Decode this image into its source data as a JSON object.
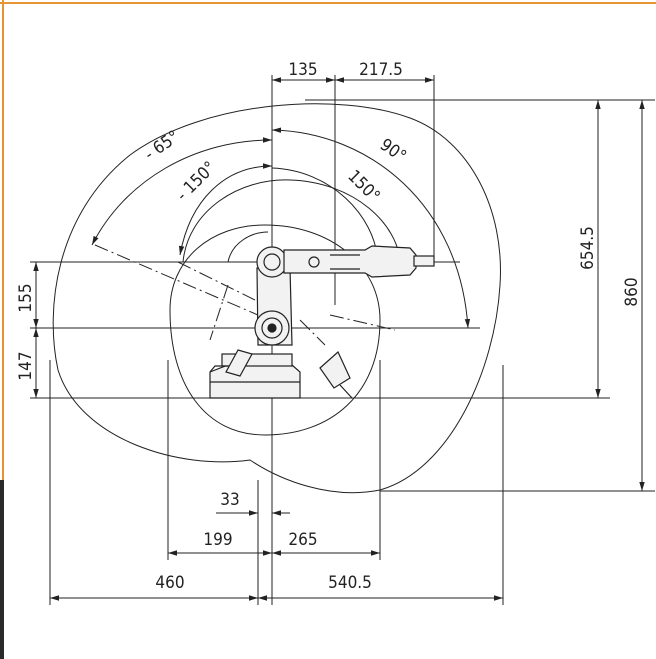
{
  "colors": {
    "frame": "#e69532",
    "line": "#222222",
    "robot_fill": "#f2f2f2"
  },
  "dimensions": {
    "top_offset": "135",
    "top_reach": "217.5",
    "right_height_inner": "654.5",
    "right_height_outer": "860",
    "left_upper": "155",
    "left_lower": "147",
    "bottom_offset": "33",
    "bottom_left_inner": "199",
    "bottom_right_inner": "265",
    "bottom_left_outer": "460",
    "bottom_right_outer": "540.5"
  },
  "angles": {
    "outer_left": "- 65°",
    "inner_left": "- 150°",
    "outer_right": "90°",
    "inner_right": "150°"
  }
}
